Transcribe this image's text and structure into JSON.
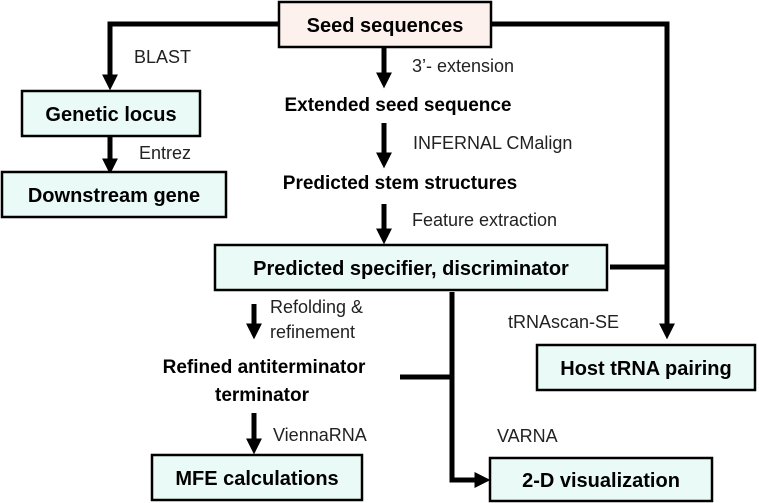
{
  "colors": {
    "seed_box_fill": "#fdf1ee",
    "box_fill": "#eafaf6",
    "stroke": "#000000"
  },
  "nodes": {
    "seed": "Seed sequences",
    "genetic_locus": "Genetic locus",
    "downstream_gene": "Downstream gene",
    "extended_seed": "Extended seed sequence",
    "predicted_stem": "Predicted stem structures",
    "specifier": "Predicted specifier, discriminator",
    "refined_line1": "Refined antiterminator",
    "refined_line2": "terminator",
    "host_trna": "Host tRNA pairing",
    "mfe": "MFE calculations",
    "visualization": "2-D visualization"
  },
  "edges": {
    "blast": "BLAST",
    "entrez": "Entrez",
    "extension": "3’- extension",
    "infernal": "INFERNAL CMalign",
    "feature": "Feature extraction",
    "refolding_line1": "Refolding &",
    "refolding_line2": "refinement",
    "trnascan": "tRNAscan-SE",
    "viennarna": "ViennaRNA",
    "varna": "VARNA"
  }
}
